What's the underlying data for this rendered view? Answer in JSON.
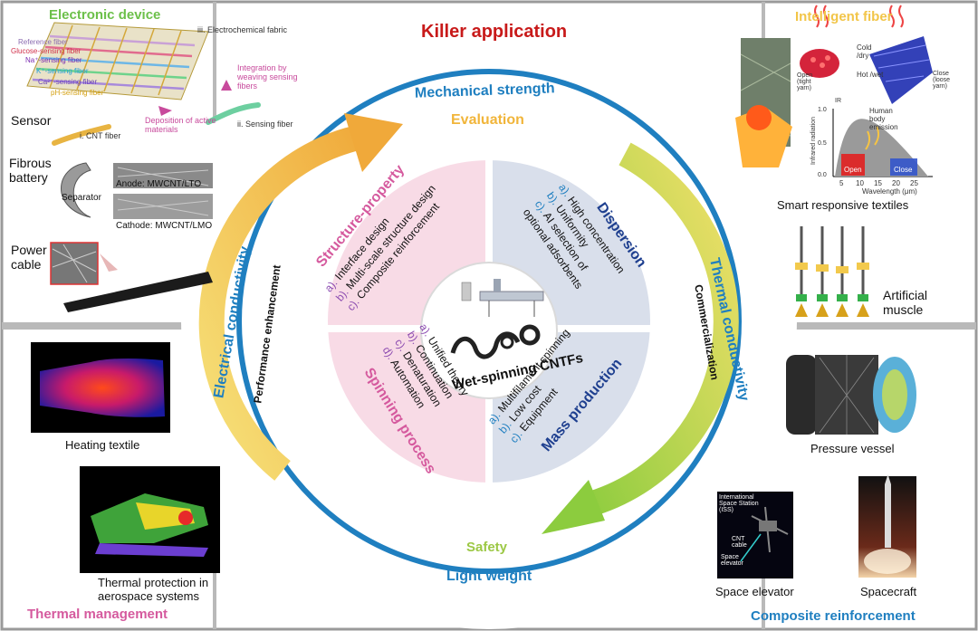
{
  "title": "Killer application",
  "center": {
    "label": "Wet-spinning CNTFs"
  },
  "ring_labels": {
    "top": "Mechanical strength",
    "bottom": "Light weight",
    "left": "Electrical conductivity",
    "right": "Thermal conductivity"
  },
  "arrow_labels": {
    "top": "Evaluation",
    "bottom": "Safety",
    "left": "Performance enhancement",
    "right": "Commercialization"
  },
  "quadrants": {
    "structure": {
      "title": "Structure-property",
      "items": [
        {
          "marker": "a).",
          "text": "Interface design"
        },
        {
          "marker": "b).",
          "text": "Multi-scale structure design"
        },
        {
          "marker": "c).",
          "text": "Composite reinforcement"
        }
      ]
    },
    "dispersion": {
      "title": "Dispersion",
      "items": [
        {
          "marker": "a).",
          "text": "High concentration"
        },
        {
          "marker": "b).",
          "text": "Uniformity"
        },
        {
          "marker": "c).",
          "text": "AI selection of"
        },
        {
          "marker": "",
          "text": "optional adsorbents"
        }
      ]
    },
    "spinning": {
      "title": "Spinning process",
      "items": [
        {
          "marker": "a).",
          "text": "Unified theory"
        },
        {
          "marker": "b).",
          "text": "Continuation"
        },
        {
          "marker": "c).",
          "text": "Denaturation"
        },
        {
          "marker": "d).",
          "text": "Automation"
        }
      ]
    },
    "mass": {
      "title": "Mass production",
      "items": [
        {
          "marker": "a).",
          "text": "Multifilament spinning"
        },
        {
          "marker": "b).",
          "text": "Low cost"
        },
        {
          "marker": "c).",
          "text": "Equipment"
        }
      ]
    }
  },
  "corners": {
    "top_left": "Electronic device",
    "top_right": "Intelligent fiber",
    "bottom_left": "Thermal management",
    "bottom_right": "Composite reinforcement"
  },
  "electronic": {
    "fabric_label": "iii. Electrochemical fabric",
    "fibers": [
      "Reference fiber",
      "Glucose-sensing fiber",
      "Na⁺-sensing fiber",
      "K⁺-sensing fiber",
      "Ca²⁺-sensing fiber",
      "pH-sensing fiber"
    ],
    "integration": "Integration by weaving sensing fibers",
    "deposition": "Deposition of active materials",
    "cnt_fiber": "i. CNT fiber",
    "sensing_fiber": "ii. Sensing fiber",
    "sensor": "Sensor",
    "battery": "Fibrous battery",
    "separator": "Separator",
    "anode": "Anode: MWCNT/LTO",
    "cathode": "Cathode: MWCNT/LMO",
    "power_cable": "Power cable"
  },
  "intelligent": {
    "cold": "Cold /dry",
    "hot": "Hot /wet",
    "open": "Open (tight yarn)",
    "close": "Close (loose yarn)",
    "ir": "IR",
    "human": "Human body emission",
    "ylabel": "Infrared radiation",
    "xlabel": "Wavelength (μm)",
    "xticks": [
      "5",
      "10",
      "15",
      "20",
      "25"
    ],
    "yticks": [
      "0.0",
      "0.5",
      "1.0"
    ],
    "open_band": "Open",
    "close_band": "Close",
    "caption": "Smart responsive textiles",
    "muscle": "Artificial muscle"
  },
  "thermal": {
    "heating": "Heating textile",
    "protection": "Thermal protection in aerospace systems"
  },
  "composite": {
    "vessel": "Pressure vessel",
    "iss": "International Space Station (ISS)",
    "cnt_cable": "CNT cable",
    "space_elevator_small": "Space elevator",
    "elevator": "Space elevator",
    "spacecraft": "Spacecraft"
  },
  "colors": {
    "ring_blue": "#1f7fc0",
    "title_red": "#c81a1a",
    "gold": "#f1b53a",
    "green_arrow": "#a9cf46",
    "pink": "#d55a9e",
    "navy": "#1e3f8f",
    "corner_green": "#6cc04a",
    "corner_gold": "#f2c548"
  }
}
